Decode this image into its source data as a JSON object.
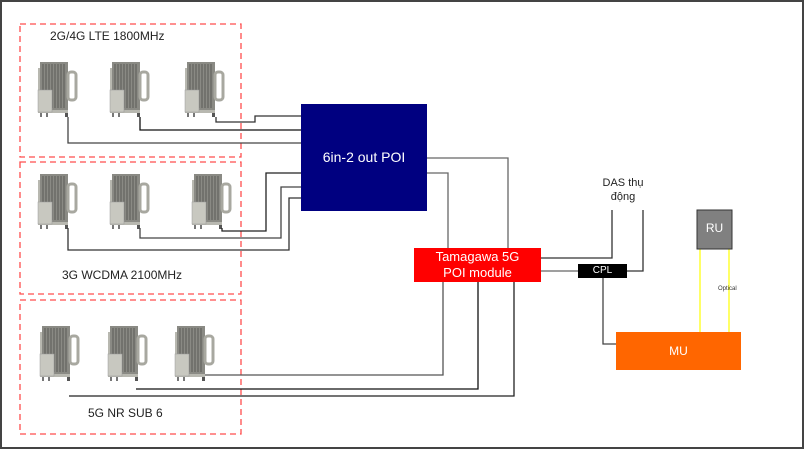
{
  "groups": [
    {
      "id": "lte",
      "label": "2G/4G LTE 1800MHz"
    },
    {
      "id": "wcdma",
      "label": "3G WCDMA 2100MHz"
    },
    {
      "id": "nr",
      "label": "5G NR SUB 6"
    }
  ],
  "poi": {
    "label": "6in-2 out POI",
    "color": "#000080"
  },
  "tamagawa": {
    "line1": "Tamagawa 5G",
    "line2": "POI module",
    "color": "#ff0000"
  },
  "das": {
    "line1": "DAS thụ",
    "line2": "động"
  },
  "cpl": {
    "label": "CPL",
    "color": "#000000"
  },
  "ru": {
    "label": "RU",
    "color": "#808080"
  },
  "mu": {
    "label": "MU",
    "color": "#ff6600"
  },
  "optical": {
    "label": "Optical",
    "color": "#ffff33"
  },
  "colors": {
    "group_border": "#ff3333",
    "cable": "#333333"
  }
}
